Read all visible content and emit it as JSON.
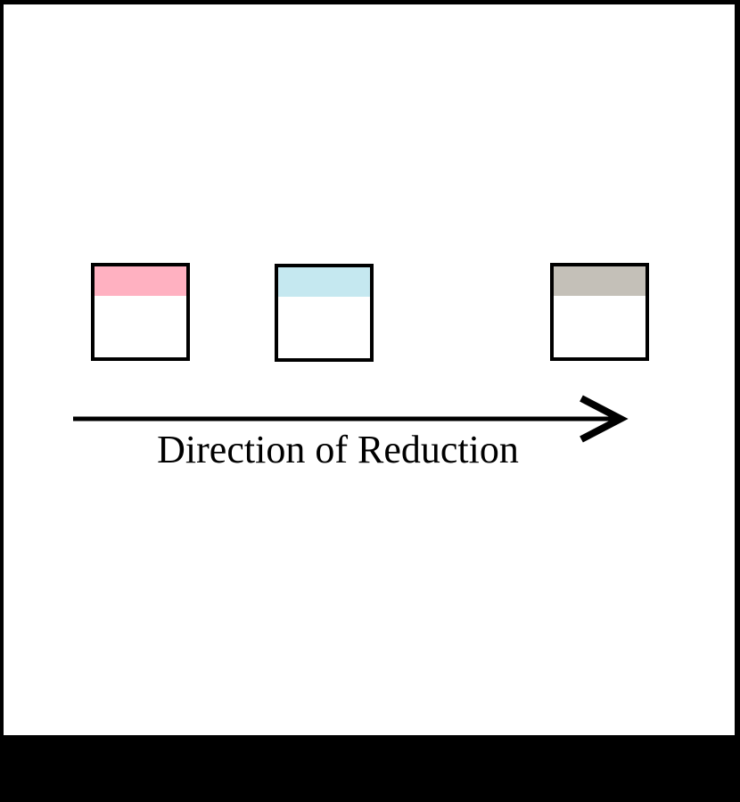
{
  "figure": {
    "arrow_label": "Direction of Reduction",
    "colors": {
      "frame": "#000000",
      "paper_background": "#ffffff",
      "box_border": "#000000",
      "arrow": "#000000",
      "text": "#000000"
    },
    "boxes": [
      {
        "position": "left",
        "band_color": "#ffb1c1",
        "band_name": "pink"
      },
      {
        "position": "middle",
        "band_color": "#c5e8f0",
        "band_name": "light-blue"
      },
      {
        "position": "right",
        "band_color": "#c4c0b8",
        "band_name": "gray"
      }
    ]
  }
}
